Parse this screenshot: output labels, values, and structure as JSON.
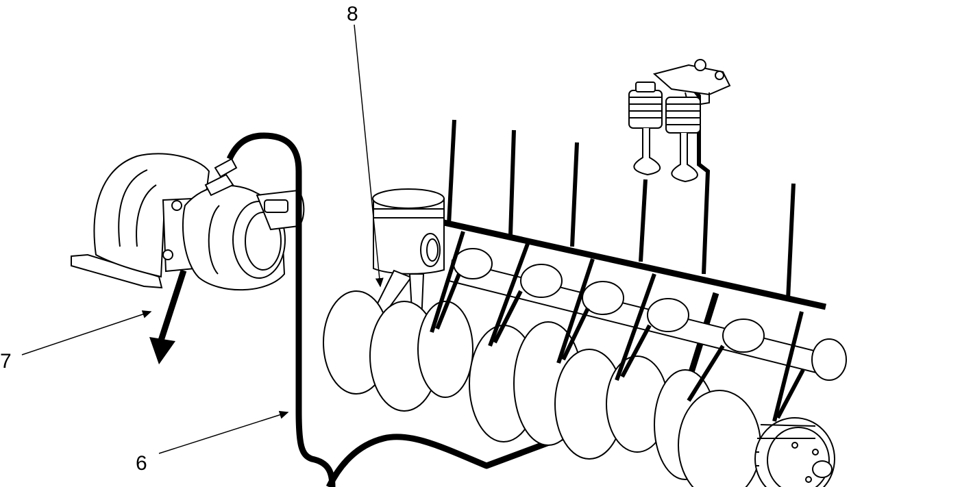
{
  "callouts": {
    "c8": "8",
    "c7": "7",
    "c6": "6"
  },
  "colors": {
    "ink": "#000000",
    "paper": "#ffffff"
  },
  "icons": {
    "turbo": "turbocharger-icon",
    "piston": "piston-icon",
    "valves": "valve-assembly-icon",
    "crank": "crankshaft-icon",
    "cam": "camshaft-icon",
    "gear": "gear-icon"
  }
}
